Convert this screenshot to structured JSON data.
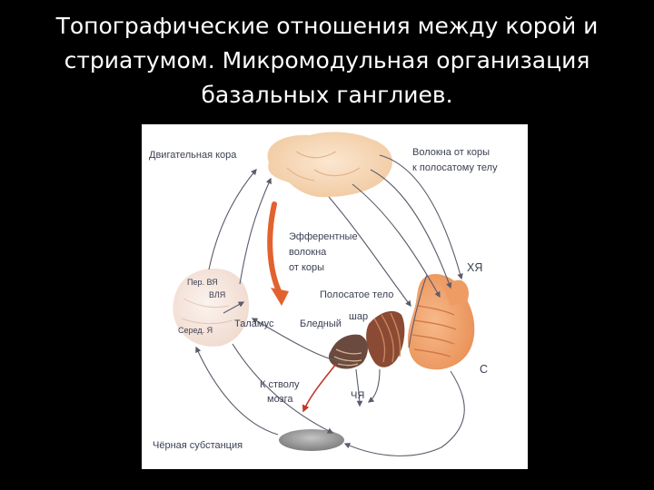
{
  "title": {
    "lines": [
      "Топографические отношения между корой и",
      "стриатумом. Микромодульная организация",
      "базальных ганглиев."
    ]
  },
  "diagram": {
    "labels": {
      "motor_cortex": "Двигательная кора",
      "cortex_fibers_1": "Волокна от коры",
      "cortex_fibers_2": "к полосатому телу",
      "efferent_1": "Эфферентные",
      "efferent_2": "волокна",
      "efferent_3": "от коры",
      "caudate": "ХЯ",
      "striatum": "Полосатое тело",
      "pallidus_1": "Бледный",
      "pallidus_2": "шар",
      "thalamus": "Таламус",
      "per_vya": "Пер. ВЯ",
      "vlya": "ВЛЯ",
      "sered_ya": "Серед. Я",
      "c_label": "С",
      "brainstem_1": "К стволу",
      "brainstem_2": "мозга",
      "chya": "ЧЯ",
      "substantia_nigra": "Чёрная субстанция"
    },
    "colors": {
      "cortex": "#f8dcbc",
      "striatum": "#f2a46e",
      "pallidus": "#8a4a33",
      "thalamus": "#f6e9e2",
      "nigra": "#9a9a9a",
      "efferent_arrow": "#e2622f",
      "lines": "#5b5b6b"
    }
  }
}
